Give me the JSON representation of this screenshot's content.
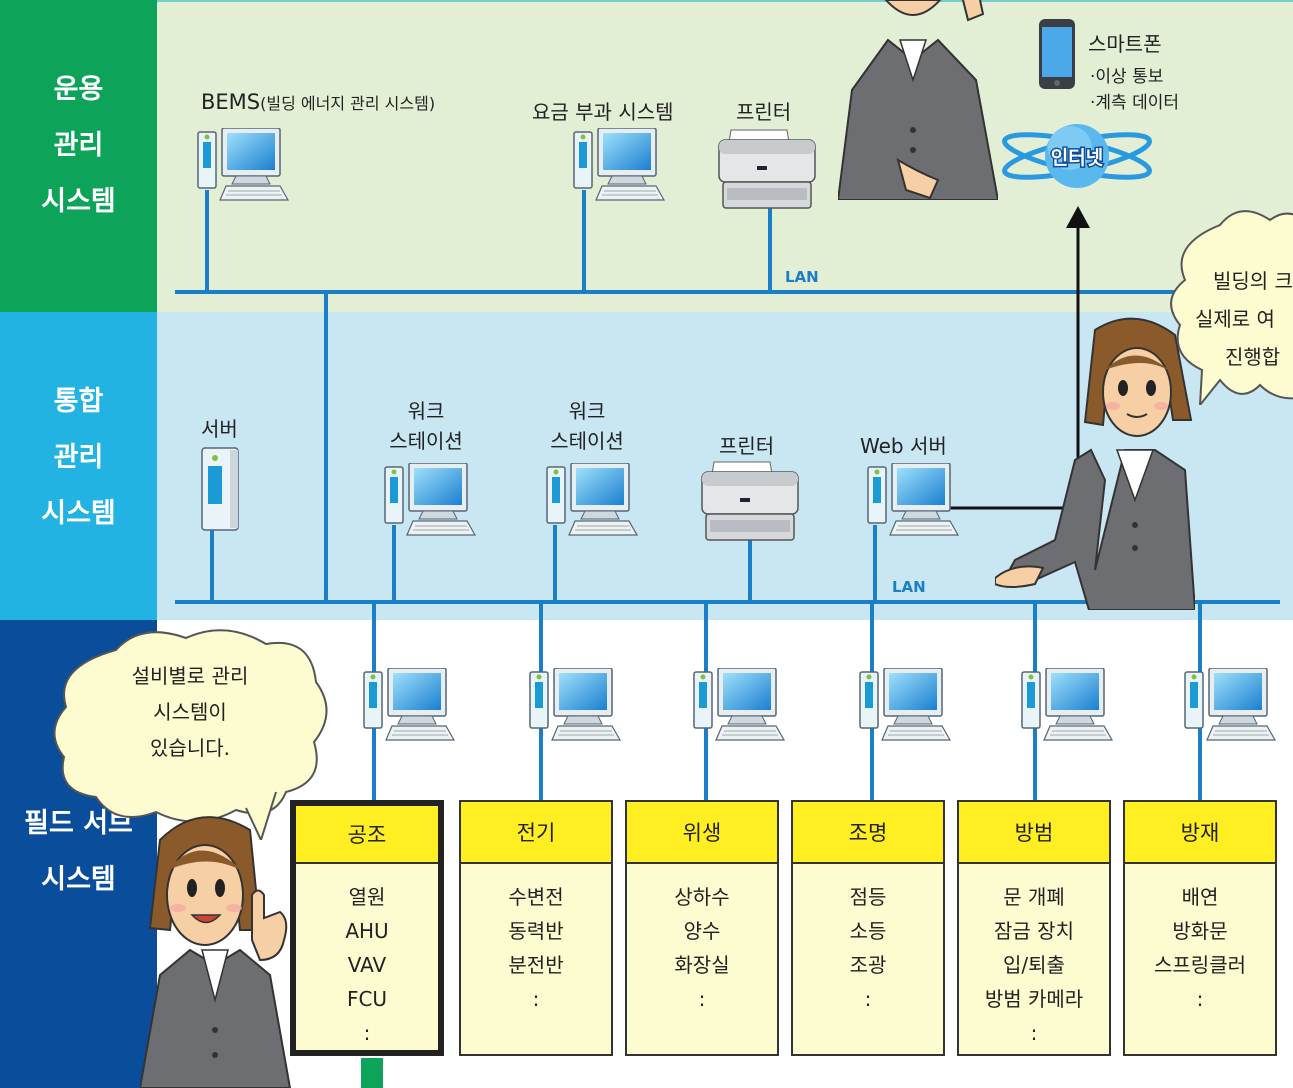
{
  "colors": {
    "ops_band": "#e2efd5",
    "integrated_band": "#c9e6f3",
    "field_band": "#ffffff",
    "ops_side": "#0da45a",
    "integrated_side": "#22b3e3",
    "field_side": "#0a4e9b",
    "lan_line": "#1a7fc7",
    "box_header": "#ffee22",
    "box_body": "#fdfbd0"
  },
  "sections": {
    "operation": [
      "운용",
      "관리",
      "시스템"
    ],
    "integrated": [
      "통합",
      "관리",
      "시스템"
    ],
    "field": [
      "필드 서브",
      "시스템"
    ]
  },
  "operation": {
    "bems_main": "BEMS",
    "bems_sub": "(빌딩 에너지 관리 시스템)",
    "billing": "요금 부과 시스템",
    "printer": "프린터",
    "lan": "LAN",
    "phone_title": "스마트폰",
    "phone_items": [
      "·이상 통보",
      "·계측 데이터"
    ],
    "internet": "인터넷",
    "icons": [
      "bems-computer-icon",
      "billing-computer-icon",
      "printer-icon",
      "smartphone-icon",
      "internet-globe-icon"
    ]
  },
  "integrated": {
    "server": "서버",
    "workstation1": [
      "워크",
      "스테이션"
    ],
    "workstation2": [
      "워크",
      "스테이션"
    ],
    "printer": "프린터",
    "web_server": "Web 서버",
    "lan": "LAN",
    "right_bubble": [
      "빌딩의 크",
      "실제로 여",
      "진행합"
    ]
  },
  "field": {
    "left_bubble": [
      "설비별로 관리",
      "시스템이",
      "있습니다."
    ],
    "systems": [
      {
        "title": "공조",
        "items": [
          "열원",
          "AHU",
          "VAV",
          "FCU",
          ":"
        ]
      },
      {
        "title": "전기",
        "items": [
          "수변전",
          "동력반",
          "분전반",
          ":"
        ]
      },
      {
        "title": "위생",
        "items": [
          "상하수",
          "양수",
          "화장실",
          ":"
        ]
      },
      {
        "title": "조명",
        "items": [
          "점등",
          "소등",
          "조광",
          ":"
        ]
      },
      {
        "title": "방범",
        "items": [
          "문 개폐",
          "잠금 장치",
          "입/퇴출",
          "방범 카메라",
          ":"
        ]
      },
      {
        "title": "방재",
        "items": [
          "배연",
          "방화문",
          "스프링클러",
          ":"
        ]
      }
    ]
  }
}
